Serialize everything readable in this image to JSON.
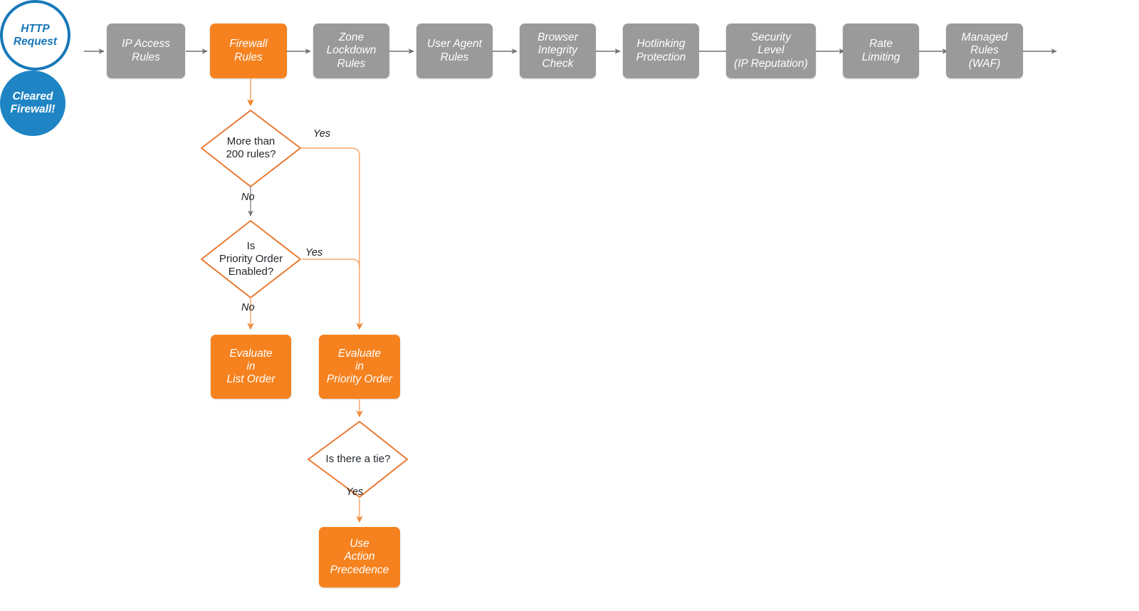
{
  "diagram": {
    "title": "Cloudflare firewall request evaluation order",
    "colors": {
      "accent_orange": "#f6821f",
      "pipeline_gray": "#9a9a9a",
      "start_blue": "#1878b9",
      "end_blue": "#1e84c4",
      "gray_connector": "#6f7276",
      "orange_connector": "#f8a76a",
      "text_dark": "#23282d"
    },
    "pipeline": {
      "start_node": {
        "label_line1": "HTTP",
        "label_line2": "Request"
      },
      "steps": [
        {
          "id": "ip-access-rules",
          "lines": [
            "IP Access",
            "Rules"
          ],
          "highlight": false
        },
        {
          "id": "firewall-rules",
          "lines": [
            "Firewall",
            "Rules"
          ],
          "highlight": true
        },
        {
          "id": "zone-lockdown",
          "lines": [
            "Zone",
            "Lockdown",
            "Rules"
          ],
          "highlight": false
        },
        {
          "id": "user-agent-rules",
          "lines": [
            "User Agent",
            "Rules"
          ],
          "highlight": false
        },
        {
          "id": "browser-integrity",
          "lines": [
            "Browser",
            "Integrity",
            "Check"
          ],
          "highlight": false
        },
        {
          "id": "hotlinking",
          "lines": [
            "Hotlinking",
            "Protection"
          ],
          "highlight": false
        },
        {
          "id": "security-level",
          "lines": [
            "Security",
            "Level",
            "(IP Reputation)"
          ],
          "highlight": false
        },
        {
          "id": "rate-limiting",
          "lines": [
            "Rate",
            "Limiting"
          ],
          "highlight": false
        },
        {
          "id": "managed-rules",
          "lines": [
            "Managed",
            "Rules",
            "(WAF)"
          ],
          "highlight": false
        }
      ],
      "end_node": {
        "label_line1": "Cleared",
        "label_line2": "Firewall!"
      }
    },
    "branch": {
      "decision_more_than_200": {
        "lines": [
          "More than",
          "200 rules?"
        ]
      },
      "decision_priority_order": {
        "lines": [
          "Is",
          "Priority Order",
          "Enabled?"
        ]
      },
      "decision_tie": {
        "lines": [
          "Is there a tie?"
        ]
      },
      "action_list_order": {
        "lines": [
          "Evaluate",
          "in",
          "List Order"
        ]
      },
      "action_priority_order": {
        "lines": [
          "Evaluate",
          "in",
          "Priority Order"
        ]
      },
      "action_precedence": {
        "lines": [
          "Use",
          "Action",
          "Precedence"
        ]
      },
      "edge_labels": {
        "more_than_200_yes": "Yes",
        "more_than_200_no": "No",
        "priority_order_yes": "Yes",
        "priority_order_no": "No",
        "tie_yes": "Yes"
      }
    }
  }
}
